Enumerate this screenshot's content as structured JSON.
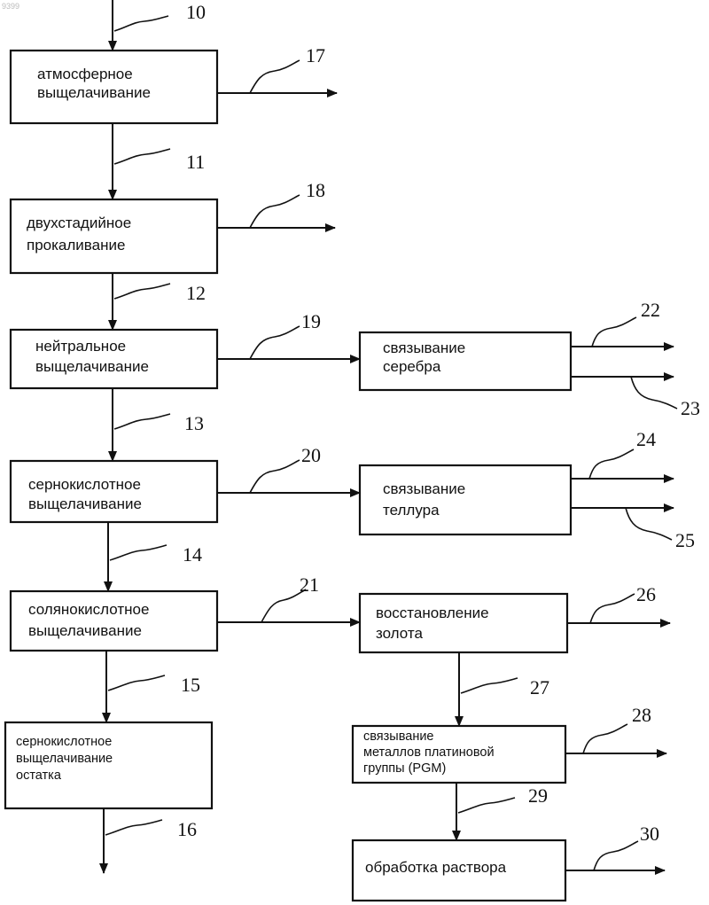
{
  "watermark": "9399",
  "boxes": {
    "b1": [
      "атмосферное",
      "выщелачивание"
    ],
    "b2": [
      "двухстадийное",
      "прокаливание"
    ],
    "b3": [
      "нейтральное",
      "выщелачивание"
    ],
    "b4": [
      "сернокислотное",
      "выщелачивание"
    ],
    "b5": [
      "солянокислотное",
      "выщелачивание"
    ],
    "b6": [
      "сернокислотное",
      "выщелачивание",
      "остатка"
    ],
    "b7": [
      "связывание",
      "серебра"
    ],
    "b8": [
      "связывание",
      "теллура"
    ],
    "b9": [
      "восстановление",
      "золота"
    ],
    "b10": [
      "связывание",
      "металлов платиновой",
      "группы (PGM)"
    ],
    "b11": [
      "обработка раствора"
    ]
  },
  "labels": {
    "n10": "10",
    "n11": "11",
    "n12": "12",
    "n13": "13",
    "n14": "14",
    "n15": "15",
    "n16": "16",
    "n17": "17",
    "n18": "18",
    "n19": "19",
    "n20": "20",
    "n21": "21",
    "n22": "22",
    "n23": "23",
    "n24": "24",
    "n25": "25",
    "n26": "26",
    "n27": "27",
    "n28": "28",
    "n29": "29",
    "n30": "30"
  }
}
